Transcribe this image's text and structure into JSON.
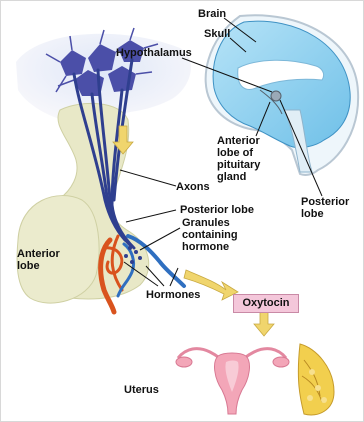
{
  "labels": {
    "brain": "Brain",
    "skull": "Skull",
    "hypothalamus": "Hypothalamus",
    "anterior_lobe_pituitary": "Anterior lobe of pituitary gland",
    "posterior_lobe_right": "Posterior lobe",
    "axons": "Axons",
    "posterior_lobe": "Posterior lobe",
    "granules": "Granules containing hormone",
    "anterior_lobe": "Anterior lobe",
    "hormones": "Hormones",
    "oxytocin": "Oxytocin",
    "uterus": "Uterus"
  },
  "colors": {
    "neuron": "#4b4fa8",
    "axon": "#2f3f8f",
    "brain_fill": "#8fd0ee",
    "gland": "#e7e7c6",
    "blood_red": "#d9531e",
    "blood_blue": "#2f6fc0",
    "oxytocin_box": "#f4c7da",
    "uterus": "#f3a6b8",
    "breast": "#f2cf4e"
  }
}
